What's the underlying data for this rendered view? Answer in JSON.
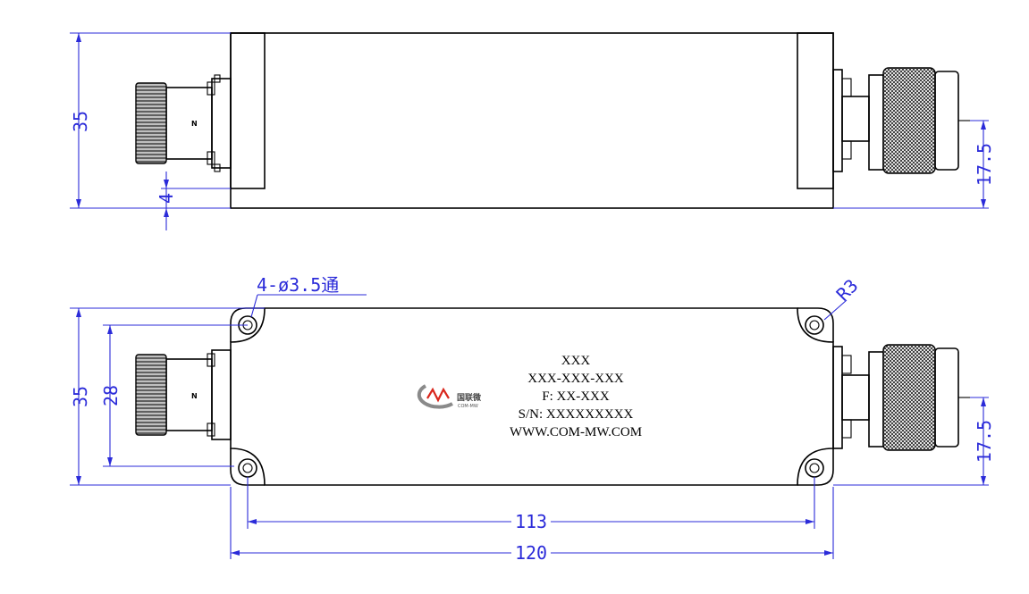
{
  "dimensions": {
    "top_height": "35",
    "top_flange_offset": "4",
    "top_connector_center": "17.5",
    "bottom_height": "35",
    "bottom_hole_pitch_vertical": "28",
    "bottom_connector_center": "17.5",
    "hole_pitch_horizontal": "113",
    "overall_length": "120",
    "hole_callout": "4-ø3.5通",
    "corner_radius": "R3"
  },
  "connector_label_left": "N",
  "product_label": {
    "line1": "XXX",
    "line2": "XXX-XXX-XXX",
    "line3": "F: XX-XXX",
    "line4": "S/N: XXXXXXXXX",
    "line5": "WWW.COM-MW.COM"
  },
  "logo": {
    "name_cn": "国联微",
    "name_en": "COM-MW"
  },
  "colors": {
    "outline": "#000000",
    "dimension": "#2b2bd9",
    "logo_red": "#d9261c",
    "logo_gray": "#8a8a8a"
  }
}
